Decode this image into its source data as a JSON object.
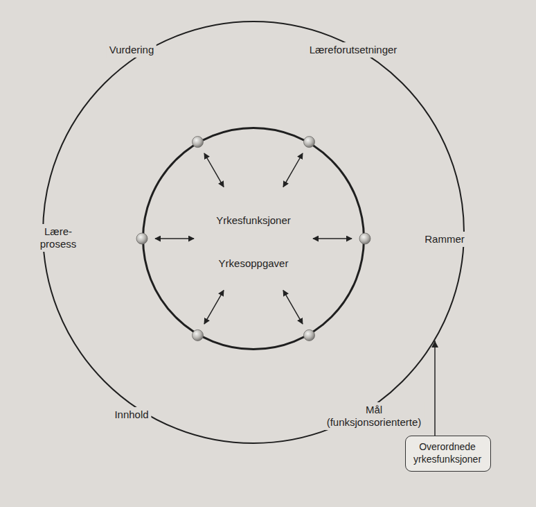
{
  "diagram": {
    "nodes": [
      {
        "text": [
          "Vurdering",
          "Læreforutsetninger",
          "Rammer",
          "Mål (funksjonsorienterte)",
          "Innhold",
          "Lære- prosess"
        ]
      },
      {
        "text": [
          "Yrkesfunksjoner",
          "Yrkesoppgaver"
        ],
        "in": 0
      },
      {
        "text": [
          "Overordnede yrkesfunksjoner"
        ]
      }
    ],
    "edges": [
      {
        "from": 2,
        "to": 0,
        "arrow": "to"
      }
    ]
  }
}
